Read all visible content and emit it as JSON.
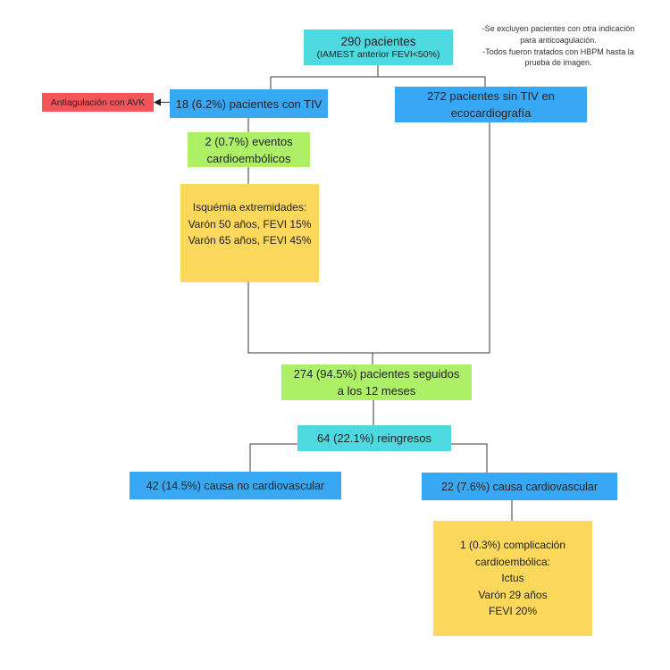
{
  "palette": {
    "cyan": "#4ED9E0",
    "blue": "#38A8F5",
    "green": "#AEEF68",
    "yellow": "#FBD75B",
    "red": "#F4555A",
    "line": "#3a3a3a",
    "text": "#222222"
  },
  "annotations": {
    "exclusion_note_lines": [
      "-Se excluyen pacientes con otra indicación",
      "para anticoagulación.",
      "-Todos fueron tratados con HBPM hasta la",
      "prueba de imagen."
    ]
  },
  "nodes": {
    "patients_total": {
      "line1": "290 pacientes",
      "line2": "(IAMEST anterior FEVI<50%)",
      "color": "#4ED9E0"
    },
    "avk": {
      "label": "Antiagulación con AVK",
      "color": "#F4555A"
    },
    "tiv": {
      "label": "18 (6.2%) pacientes con TIV",
      "color": "#38A8F5"
    },
    "no_tiv": {
      "line1": "272 pacientes sin TIV en",
      "line2": "ecocardiografía",
      "color": "#38A8F5"
    },
    "embolic_events": {
      "line1": "2 (0.7%) eventos",
      "line2": "cardioembólicos",
      "color": "#AEEF68"
    },
    "ischemia": {
      "lines": [
        "Isquémia extremidades:",
        "Varón 50 años, FEVI 15%",
        "Varón 65 años, FEVI 45%"
      ],
      "color": "#FBD75B"
    },
    "followed": {
      "line1": "274 (94.5%) pacientes seguidos",
      "line2": "a los 12 meses",
      "color": "#AEEF68"
    },
    "readmissions": {
      "label": "64 (22.1%) reingresos",
      "color": "#4ED9E0"
    },
    "non_cardiovascular": {
      "label": "42 (14.5%) causa no cardiovascular",
      "color": "#38A8F5"
    },
    "cardiovascular": {
      "label": "22 (7.6%) causa cardiovascular",
      "color": "#38A8F5"
    },
    "complication": {
      "lines": [
        "1 (0.3%) complicación",
        "cardioembólica:",
        "Ictus",
        "Varón 29 años",
        "FEVI 20%"
      ],
      "color": "#FBD75B"
    }
  }
}
